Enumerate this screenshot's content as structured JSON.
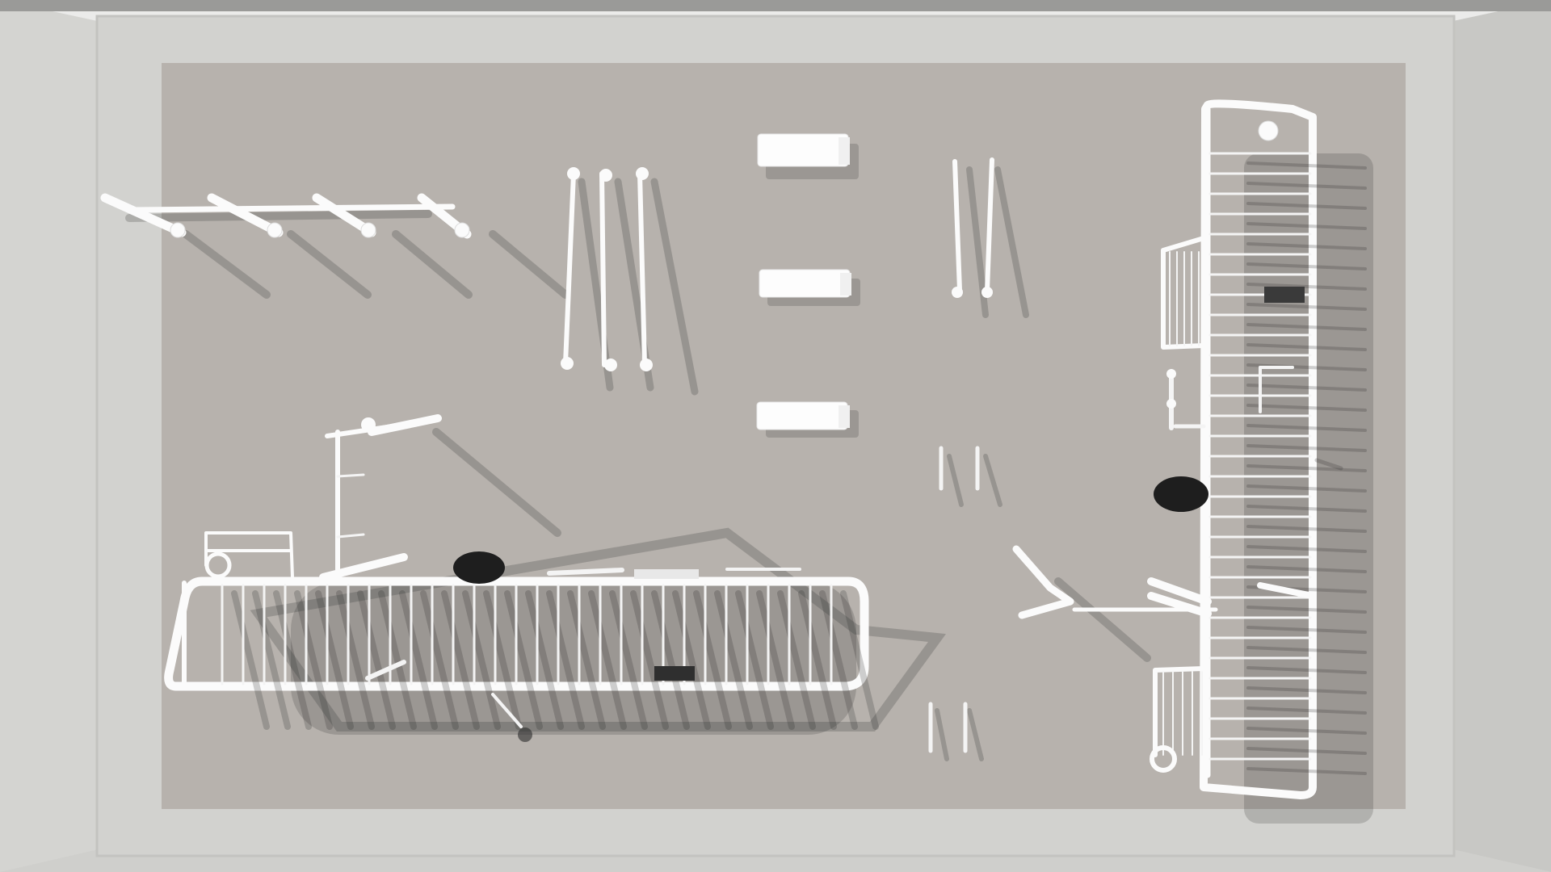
{
  "scene": {
    "description_free": true,
    "colors": {
      "concrete": "#d6d6d4",
      "concrete_dark": "#c9c9c6",
      "rubber_surface": "#b8b3ae",
      "equipment": "#fbfbfb",
      "shadow": "#2b2b2b",
      "dark_element": "#1e1e1e"
    },
    "icons": [
      "outdoor-gym-rubber-pad",
      "pull-up-bar",
      "parallel-bars",
      "flat-bench",
      "monkey-bars",
      "weight-plate"
    ]
  }
}
